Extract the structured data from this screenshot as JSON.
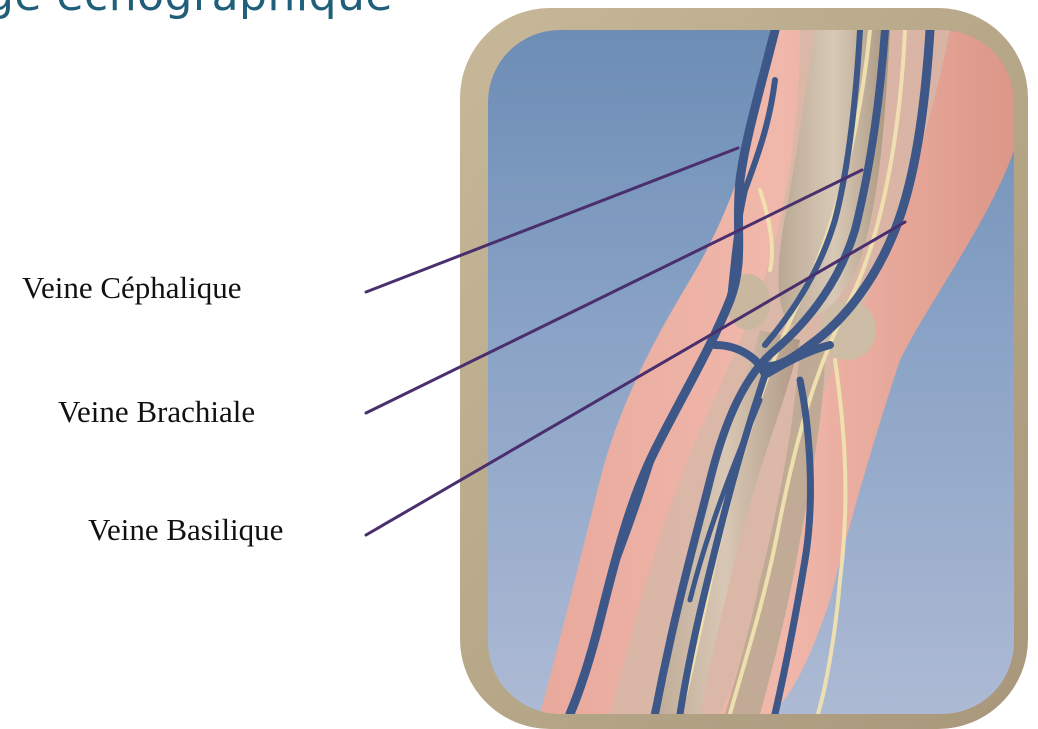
{
  "slide": {
    "title": "ge échographique"
  },
  "labels": {
    "cephalique": "Veine Céphalique",
    "brachiale": "Veine Brachiale",
    "basilique": "Veine Basilique"
  },
  "colors": {
    "title": "#1f5f7a",
    "frame": "#b6a68c",
    "background_top": "#6f8fb6",
    "background_bottom": "#a9b7d2",
    "skin": "#e6a59a",
    "vein": "#3f5a8a",
    "leader_line": "#4a2f6e"
  },
  "icons": [
    "elbow-anatomy-illustration"
  ]
}
